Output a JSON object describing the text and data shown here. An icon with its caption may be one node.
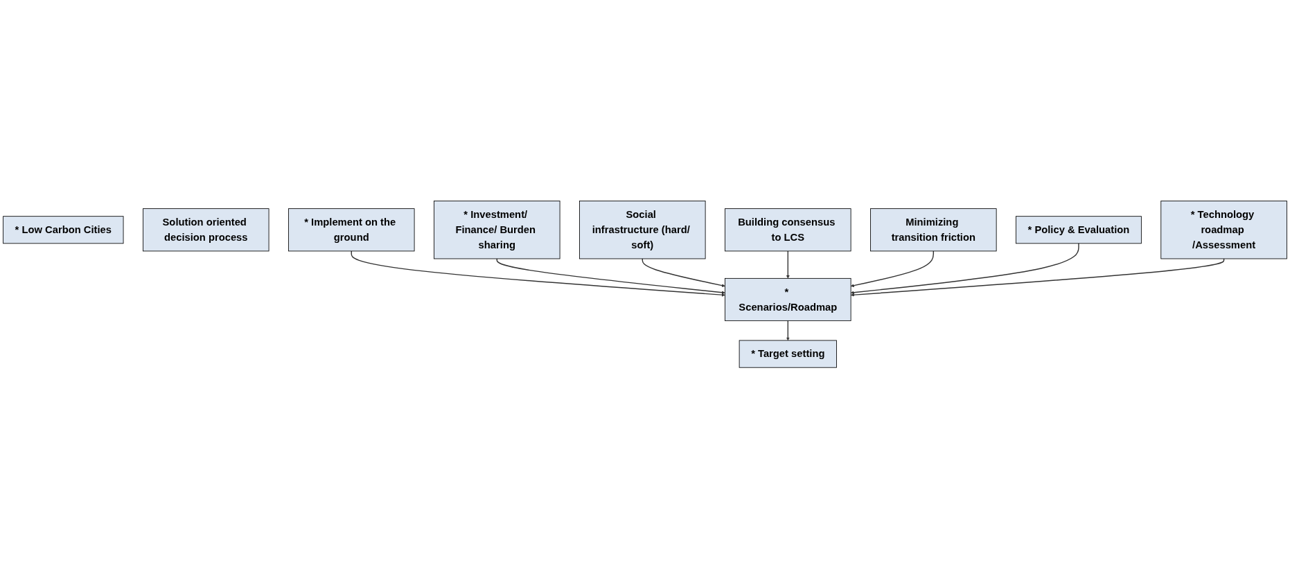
{
  "diagram": {
    "nodes": [
      {
        "text": [
          "* Low Carbon Cities"
        ]
      },
      {
        "text": [
          "Solution oriented decision process"
        ]
      },
      {
        "text": [
          "* Implement on the ground"
        ]
      },
      {
        "text": [
          "* Investment/ Finance/ Burden sharing"
        ]
      },
      {
        "text": [
          "Social infrastructure (hard/ soft)"
        ]
      },
      {
        "text": [
          "* Target setting"
        ]
      },
      {
        "text": [
          "* Scenarios/Roadmap"
        ]
      },
      {
        "text": [
          "Building consensus to LCS"
        ]
      },
      {
        "text": [
          "Minimizing transition friction"
        ]
      },
      {
        "text": [
          "* Policy & Evaluation"
        ]
      },
      {
        "text": [
          "* Technology roadmap /Assessment"
        ]
      }
    ],
    "edges": [
      {
        "from": 2,
        "to": 6,
        "arrow": "to"
      },
      {
        "from": 3,
        "to": 6,
        "arrow": "to"
      },
      {
        "from": 4,
        "to": 6,
        "arrow": "to"
      },
      {
        "from": 6,
        "to": 5,
        "arrow": "to"
      },
      {
        "from": 7,
        "to": 6,
        "arrow": "to"
      },
      {
        "from": 8,
        "to": 6,
        "arrow": "to"
      },
      {
        "from": 9,
        "to": 6,
        "arrow": "to"
      },
      {
        "from": 10,
        "to": 6,
        "arrow": "to"
      }
    ]
  }
}
